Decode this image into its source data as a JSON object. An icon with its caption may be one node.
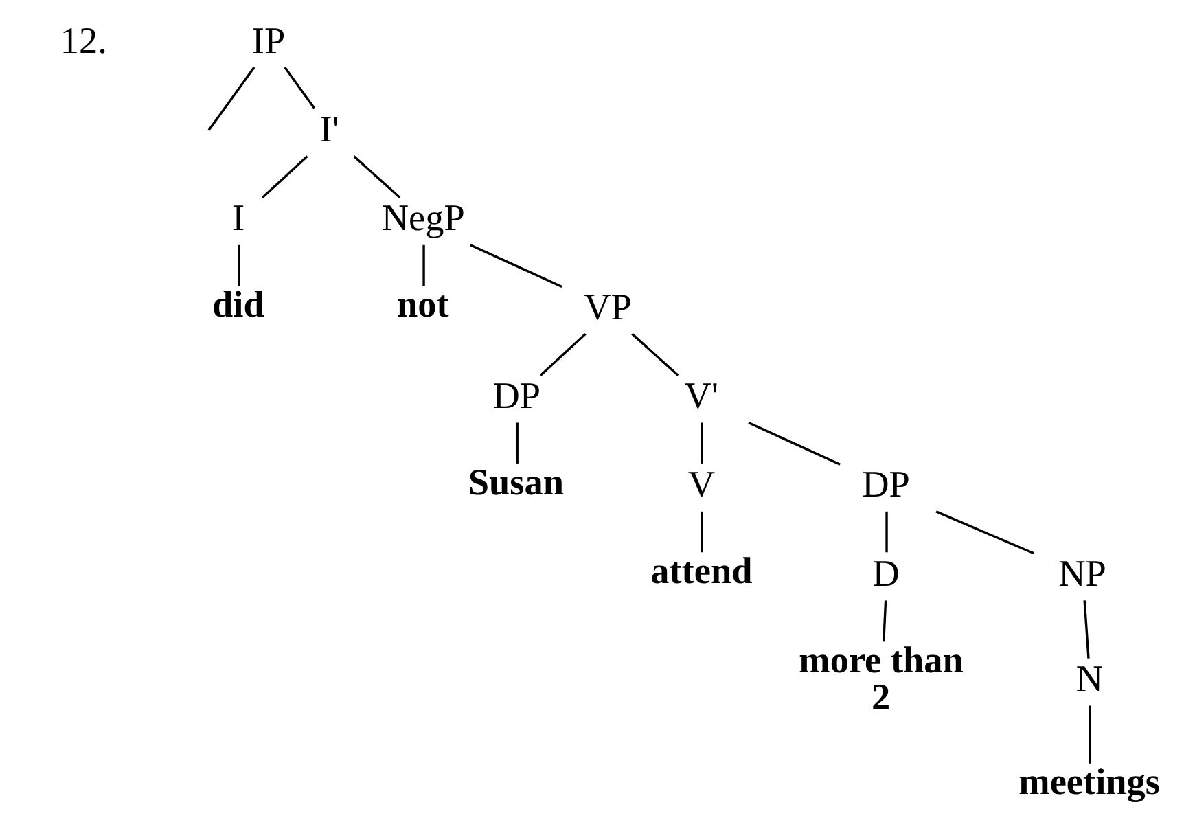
{
  "diagram": {
    "nodes": [
      {
        "text": [
          "IP"
        ]
      },
      {
        "text": [
          "I'"
        ]
      },
      {
        "text": [
          "I"
        ]
      },
      {
        "text": [
          "NegP"
        ]
      },
      {
        "text": [
          "did"
        ]
      },
      {
        "text": [
          "not"
        ]
      },
      {
        "text": [
          "VP"
        ]
      },
      {
        "text": [
          "DP"
        ]
      },
      {
        "text": [
          "V'"
        ]
      },
      {
        "text": [
          "Susan"
        ]
      },
      {
        "text": [
          "V"
        ]
      },
      {
        "text": [
          "DP"
        ]
      },
      {
        "text": [
          "attend"
        ]
      },
      {
        "text": [
          "D"
        ]
      },
      {
        "text": [
          "NP"
        ]
      },
      {
        "text": [
          "more than 2"
        ]
      },
      {
        "text": [
          "N"
        ]
      },
      {
        "text": [
          "meetings"
        ]
      }
    ],
    "edges": [
      {
        "from": 0,
        "to": null,
        "arrow": "none"
      },
      {
        "from": 0,
        "to": 1,
        "arrow": "none"
      },
      {
        "from": 1,
        "to": 2,
        "arrow": "none"
      },
      {
        "from": 1,
        "to": 3,
        "arrow": "none"
      },
      {
        "from": 2,
        "to": 4,
        "arrow": "none"
      },
      {
        "from": 3,
        "to": 5,
        "arrow": "none"
      },
      {
        "from": 3,
        "to": 6,
        "arrow": "none"
      },
      {
        "from": 6,
        "to": 7,
        "arrow": "none"
      },
      {
        "from": 6,
        "to": 8,
        "arrow": "none"
      },
      {
        "from": 7,
        "to": 9,
        "arrow": "none"
      },
      {
        "from": 8,
        "to": 10,
        "arrow": "none"
      },
      {
        "from": 8,
        "to": 11,
        "arrow": "none"
      },
      {
        "from": 10,
        "to": 12,
        "arrow": "none"
      },
      {
        "from": 11,
        "to": 13,
        "arrow": "none"
      },
      {
        "from": 11,
        "to": 14,
        "arrow": "none"
      },
      {
        "from": 13,
        "to": 15,
        "arrow": "none"
      },
      {
        "from": 14,
        "to": 16,
        "arrow": "none"
      },
      {
        "from": 16,
        "to": 17,
        "arrow": "none"
      }
    ],
    "labels": [
      "12."
    ]
  }
}
